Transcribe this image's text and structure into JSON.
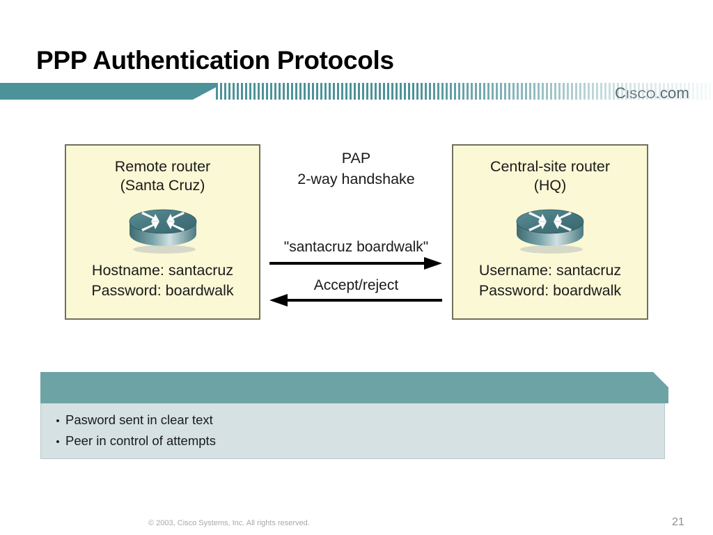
{
  "slide": {
    "title": "PPP Authentication Protocols",
    "page_number": "21",
    "footer_copyright": "© 2003, Cisco Systems, Inc. All rights reserved.",
    "brand_logo": {
      "prefix": "C",
      "smallcaps": "ISCO",
      "suffix": ".com"
    },
    "colors": {
      "teal_bar": "#4d9299",
      "callout_header": "#6ea3a6",
      "callout_body": "#d5e1e2",
      "box_fill": "#fbf8d5",
      "box_border": "#70705e",
      "router_body": "#4e7d85"
    }
  },
  "diagram": {
    "left_router": {
      "title_line1": "Remote router",
      "title_line2": "(Santa Cruz)",
      "icon": "router-icon",
      "cred_line1": "Hostname: santacruz",
      "cred_line2": "Password: boardwalk"
    },
    "right_router": {
      "title_line1": "Central-site router",
      "title_line2": "(HQ)",
      "icon": "router-icon",
      "cred_line1": "Username: santacruz",
      "cred_line2": "Password: boardwalk"
    },
    "protocol": {
      "name": "PAP",
      "handshake": "2-way handshake"
    },
    "flows": [
      {
        "label": "\"santacruz boardwalk\"",
        "direction": "right"
      },
      {
        "label": "Accept/reject",
        "direction": "left"
      }
    ]
  },
  "callout": {
    "bullets": [
      "Pasword sent in clear text",
      "Peer in control of attempts"
    ],
    "bullet_glyph": "•"
  }
}
